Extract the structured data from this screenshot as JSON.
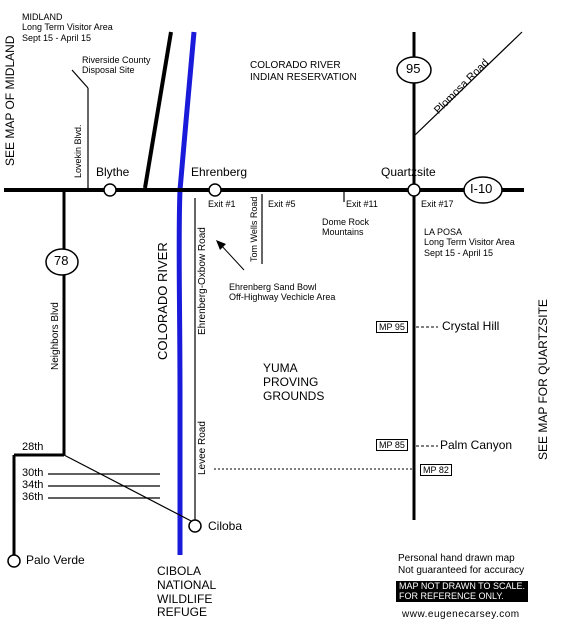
{
  "map": {
    "legend": {
      "left_edge": "SEE MAP OF MIDLAND",
      "right_edge": "SEE MAP FOR QUARTZSITE"
    },
    "towns": {
      "blythe": "Blythe",
      "ehrenberg": "Ehrenberg",
      "quartzsite": "Quartzsite",
      "ciloba": "Ciloba",
      "palo_verde": "Palo Verde"
    },
    "highways": {
      "i10": "I-10",
      "hwy95": "95",
      "hwy78": "78"
    },
    "roads": {
      "lovekin": "Lovekin Blvd.",
      "neighbors": "Neighbors Blvd",
      "ehrenberg_oxbow": "Ehrenberg-Oxbow Road",
      "tom_wells": "Tom Wells Road",
      "levee": "Levee Road",
      "plomosa": "Plomosa Road",
      "st28": "28th",
      "st30": "30th",
      "st34": "34th",
      "st36": "36th"
    },
    "exits": {
      "e1": "Exit #1",
      "e5": "Exit #5",
      "e11": "Exit #11",
      "e17": "Exit #17"
    },
    "mileposts": {
      "mp95": "MP 95",
      "mp85": "MP 85",
      "mp82": "MP 82"
    },
    "places": {
      "midland": [
        "MIDLAND",
        "Long Term Visitor Area",
        "Sept 15 - April 15"
      ],
      "riverside": [
        "Riverside County",
        "Disposal Site"
      ],
      "reservation": [
        "COLORADO RIVER",
        "INDIAN RESERVATION"
      ],
      "dome_rock": [
        "Dome Rock",
        "Mountains"
      ],
      "la_posa": [
        "LA POSA",
        "Long Term Visitor Area",
        "Sept 15 - April 15"
      ],
      "sand_bowl": [
        "Ehrenberg Sand Bowl",
        "Off-Highway Vechicle Area"
      ],
      "crystal_hill": "Crystal Hill",
      "palm_canyon": "Palm Canyon",
      "yuma": [
        "YUMA",
        "PROVING",
        "GROUNDS"
      ],
      "colorado_river": "COLORADO RIVER",
      "cibola": [
        "CIBOLA",
        "NATIONAL",
        "WILDLIFE",
        "REFUGE"
      ]
    },
    "notes": {
      "disclaimer": [
        "Personal hand drawn map",
        "Not guaranteed for accuracy"
      ],
      "warning": [
        "MAP NOT DRAWN TO SCALE.",
        "FOR REFERENCE ONLY."
      ],
      "website": "www.eugenecarsey.com"
    },
    "colors": {
      "river": "#1a1adb",
      "ink": "#000000",
      "background": "#ffffff"
    }
  }
}
